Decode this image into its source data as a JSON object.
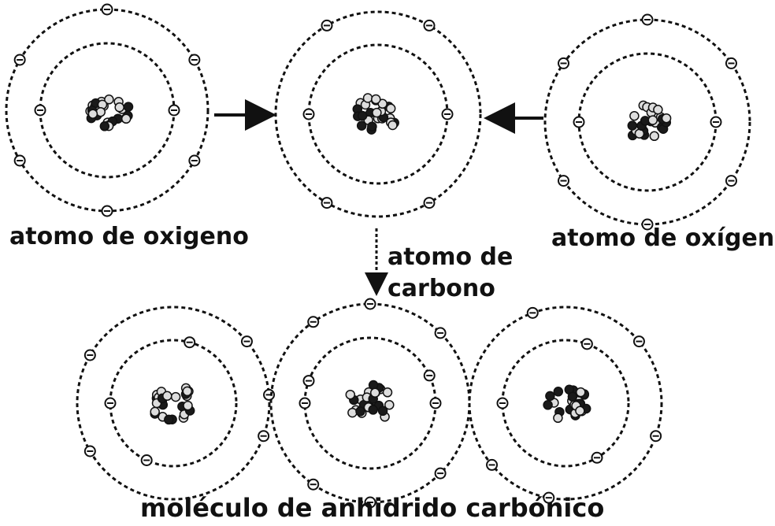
{
  "labels": {
    "atom_left": "atomo de oxigeno",
    "atom_right": "atomo de oxígeno",
    "carbon_line1": "atomo de",
    "carbon_line2": "carbono",
    "molecule": "moléculo de anhidrido carbónico"
  },
  "electron_symbol": "⊖",
  "colors": {
    "ink": "#111111",
    "background": "#ffffff",
    "nucleus_dark": "#1a1a1a",
    "nucleus_light": "#dddddd"
  }
}
